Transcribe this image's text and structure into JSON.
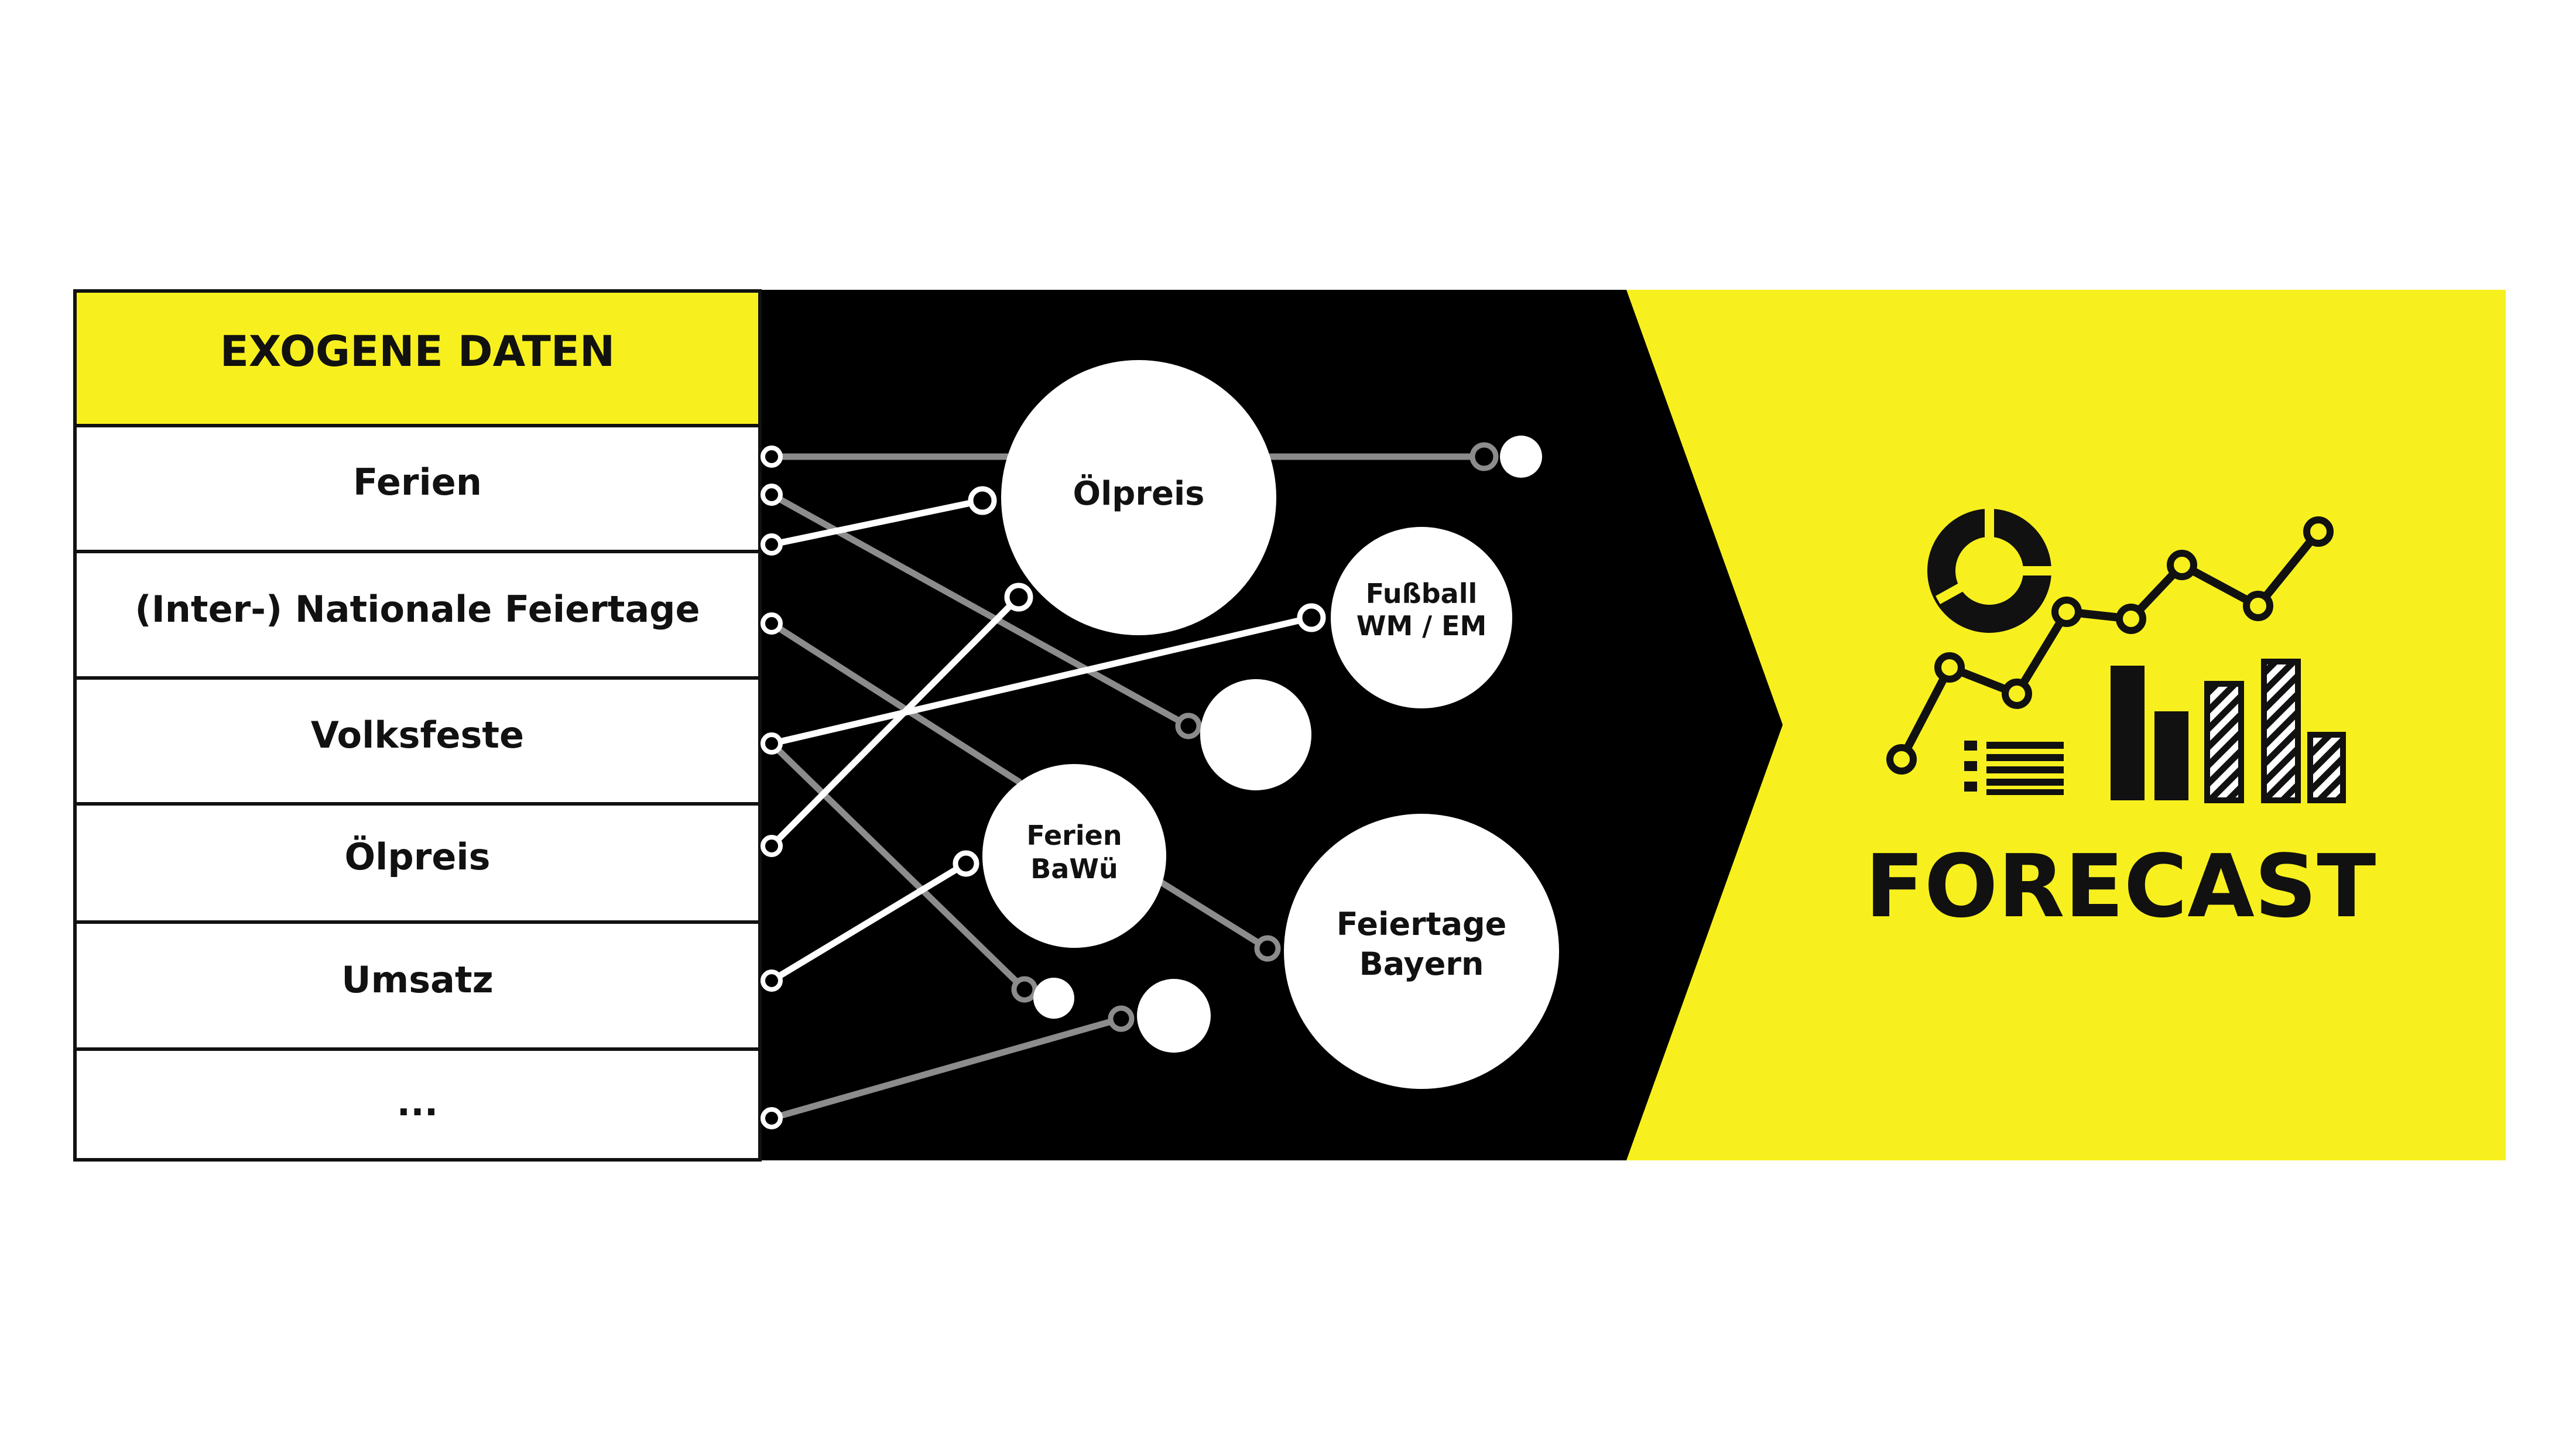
{
  "colors": {
    "accent": "#f7f01e",
    "panel": "#000000",
    "background": "#ffffff",
    "line_white": "#ffffff",
    "line_grey": "#8c8c8c",
    "ink": "#111111"
  },
  "table": {
    "header": "EXOGENE DATEN",
    "rows": [
      {
        "label": "Ferien"
      },
      {
        "label": "(Inter-) Nationale Feiertage"
      },
      {
        "label": "Volksfeste"
      },
      {
        "label": "Ölpreis"
      },
      {
        "label": "Umsatz"
      },
      {
        "label": "..."
      }
    ]
  },
  "network": {
    "nodes": [
      {
        "line1": "Ölpreis",
        "line2": ""
      },
      {
        "line1": "Fußball",
        "line2": "WM / EM"
      },
      {
        "line1": "Ferien",
        "line2": "BaWü"
      },
      {
        "line1": "Feiertage",
        "line2": "Bayern"
      }
    ]
  },
  "forecast": {
    "label": "FORECAST",
    "icons": [
      "donut-chart-icon",
      "line-chart-icon",
      "list-icon",
      "bar-chart-icon"
    ]
  }
}
